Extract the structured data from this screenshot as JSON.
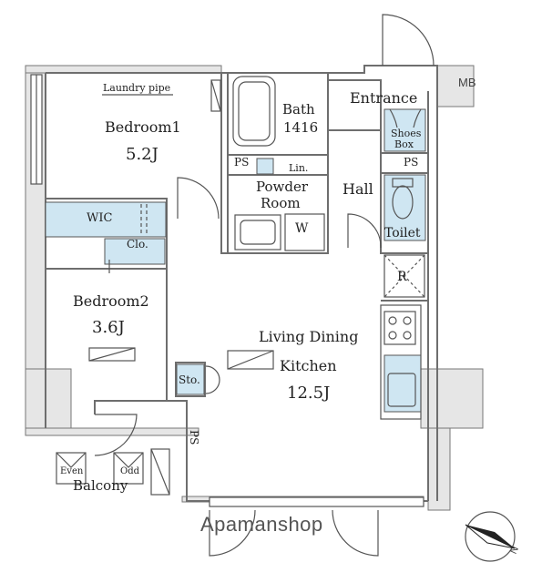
{
  "rooms": {
    "bedroom1": {
      "name": "Bedroom1",
      "size": "5.2J"
    },
    "laundry_pipe": "Laundry pipe",
    "bath": {
      "name": "Bath",
      "size": "1416"
    },
    "entrance": "Entrance",
    "mb": "MB",
    "shoes_box": {
      "line1": "Shoes",
      "line2": "Box"
    },
    "ps_bath": "PS",
    "ps_toilet": "PS",
    "lin": "Lin.",
    "powder_room": {
      "line1": "Powder",
      "line2": "Room"
    },
    "hall": "Hall",
    "toilet": "Toilet",
    "washer": "W",
    "wic": "WIC",
    "closet": "Clo.",
    "refrigerator": "R",
    "bedroom2": {
      "name": "Bedroom2",
      "size": "3.6J"
    },
    "ldk": {
      "line1": "Living Dining",
      "line2": "Kitchen",
      "size": "12.5J"
    },
    "storage": "Sto.",
    "ps_balcony": "PS",
    "even": "Even",
    "odd": "Odd",
    "balcony": "Balcony"
  },
  "watermark": "Apamanshop",
  "compass": "N",
  "colors": {
    "wall": "#6e6e6e",
    "line": "#555555",
    "fill_blue": "#cfe6f2",
    "shade": "#e6e6e6",
    "text": "#222222"
  }
}
